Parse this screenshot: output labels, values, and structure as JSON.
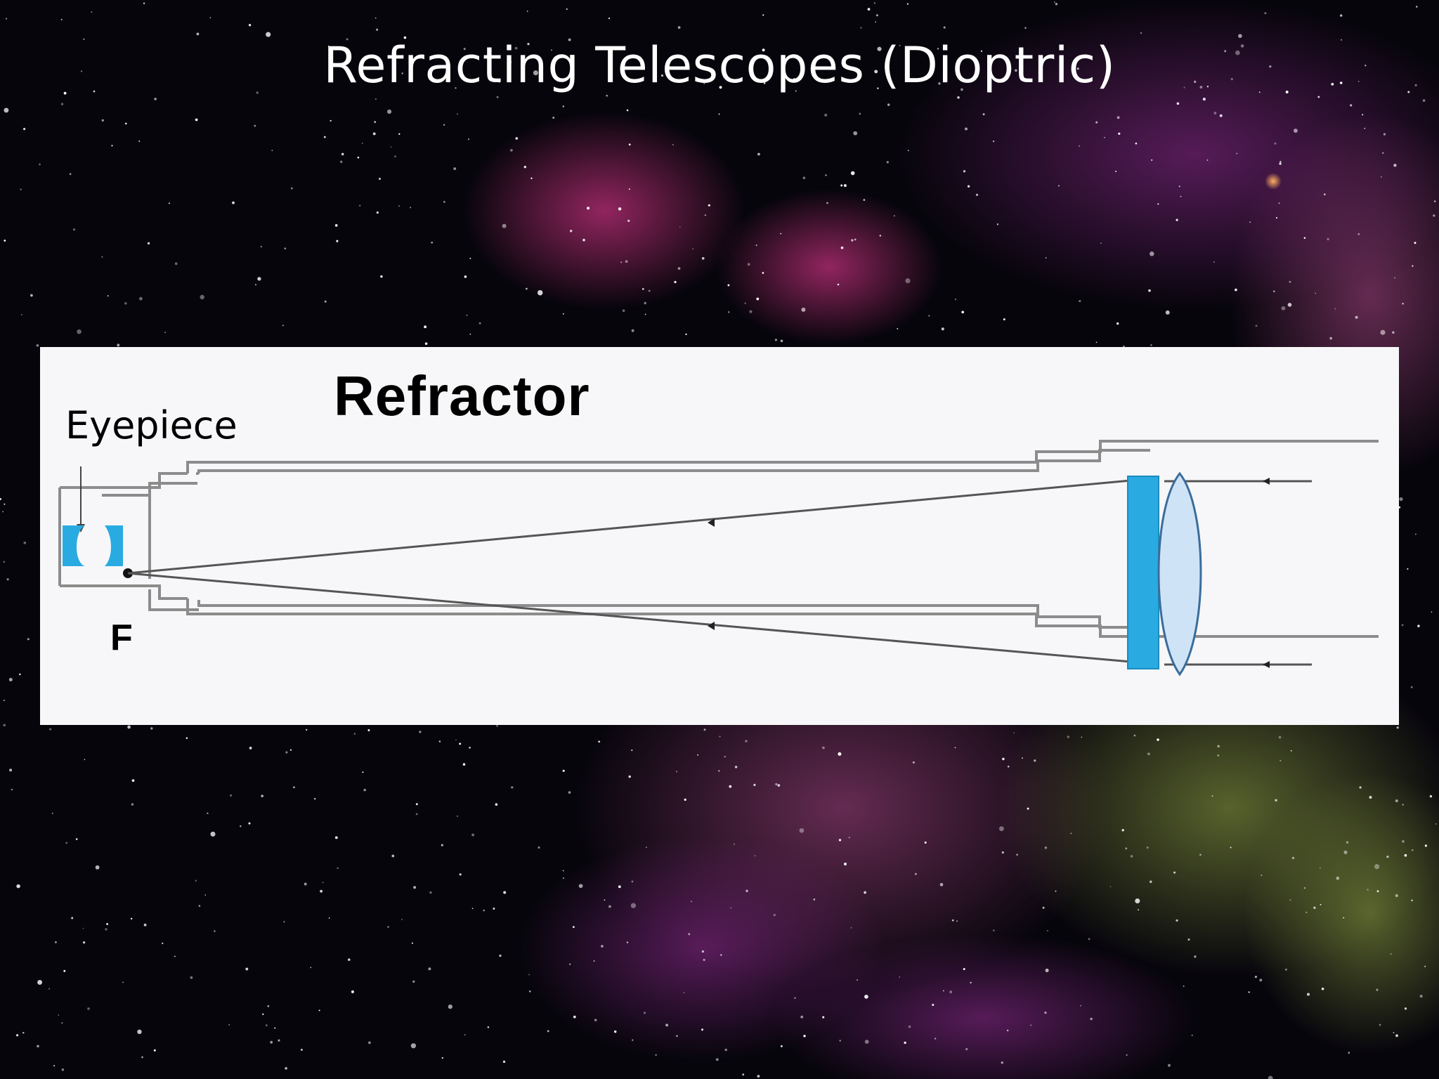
{
  "slide": {
    "title": "Refracting Telescopes (Dioptric)"
  },
  "diagram": {
    "heading": "Refractor",
    "labels": {
      "eyepiece": "Eyepiece",
      "focal_point": "F"
    },
    "colors": {
      "panel": "#f7f7f9",
      "tube_outline": "#8c8c8c",
      "ray": "#555555",
      "lens_dark": "#29abe2",
      "lens_light": "#cfe3f7",
      "text": "#000000"
    }
  }
}
